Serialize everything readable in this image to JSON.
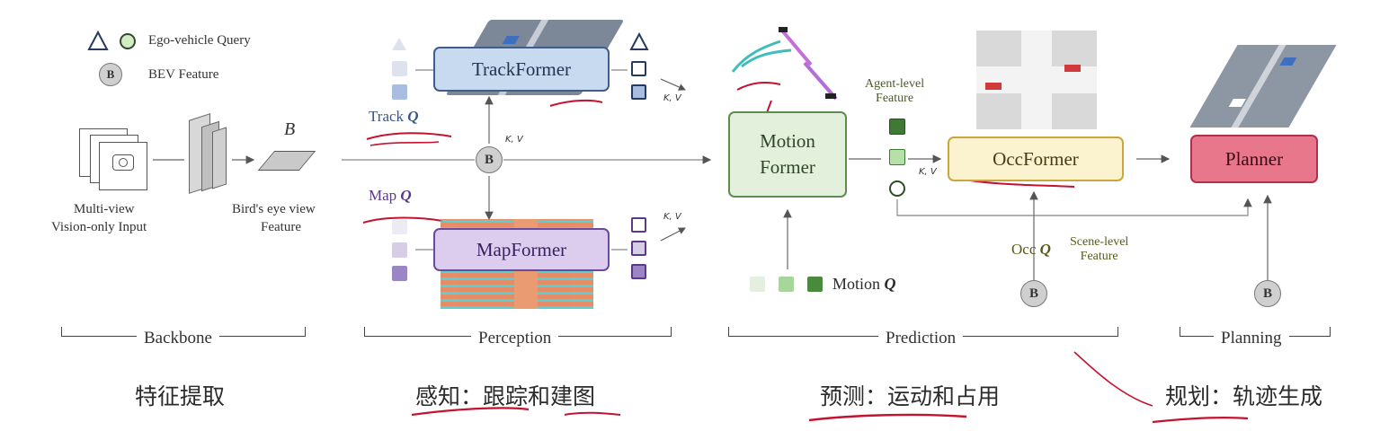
{
  "legend": {
    "ego_query": "Ego-vehicle Query",
    "bev_feature": "BEV Feature",
    "bev_symbol": "B"
  },
  "backbone": {
    "input_label_1": "Multi-view",
    "input_label_2": "Vision-only Input",
    "bev_symbol": "B",
    "bev_label_1": "Bird's eye view",
    "bev_label_2": "Feature"
  },
  "perception": {
    "track_former": "TrackFormer",
    "map_former": "MapFormer",
    "track_q": "Track",
    "map_q": "Map",
    "q_symbol": "Q",
    "kv": "K, V",
    "b": "B"
  },
  "prediction": {
    "motion_former_1": "Motion",
    "motion_former_2": "Former",
    "motion_q": "Motion",
    "agent_level_1": "Agent-level",
    "agent_level_2": "Feature",
    "occ_former": "OccFormer",
    "occ_q": "Occ",
    "scene_level_1": "Scene-level",
    "scene_level_2": "Feature",
    "kv": "K, V",
    "b": "B"
  },
  "planning": {
    "planner": "Planner",
    "b": "B"
  },
  "stages": {
    "backbone": "Backbone",
    "perception": "Perception",
    "prediction": "Prediction",
    "planning": "Planning"
  },
  "chinese": {
    "backbone": "特征提取",
    "perception": "感知：跟踪和建图",
    "prediction": "预测：运动和占用",
    "planning": "规划：轨迹生成"
  }
}
